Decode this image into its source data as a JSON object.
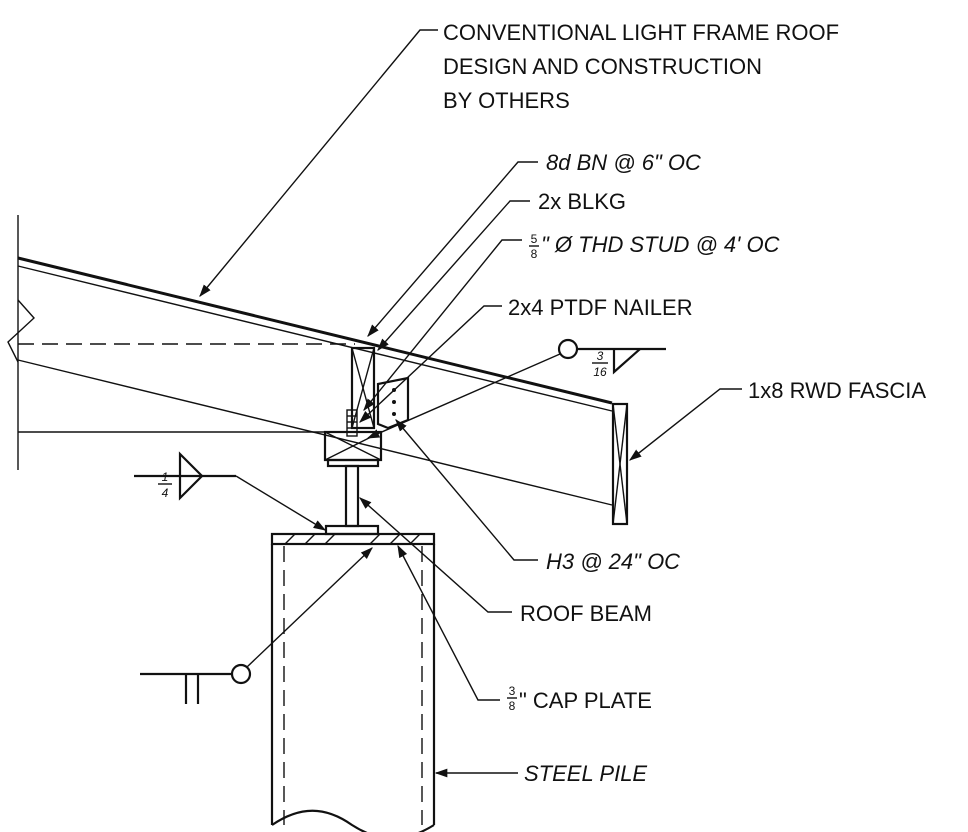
{
  "labels": {
    "roof_line1": "CONVENTIONAL LIGHT FRAME ROOF",
    "roof_line2": "DESIGN AND CONSTRUCTION",
    "roof_line3": "BY OTHERS",
    "nailing": "8d BN @ 6\" OC",
    "blocking": "2x BLKG",
    "stud_num": "5",
    "stud_den": "8",
    "stud_text": "\" Ø THD STUD @ 4' OC",
    "nailer": "2x4 PTDF NAILER",
    "fascia": "1x8 RWD FASCIA",
    "h3": "H3 @ 24\" OC",
    "beam": "ROOF BEAM",
    "cap_num": "3",
    "cap_den": "8",
    "cap_text": "\" CAP PLATE",
    "pile": "STEEL PILE"
  },
  "welds": {
    "upper_num": "3",
    "upper_den": "16",
    "left_num": "1",
    "left_den": "4"
  }
}
